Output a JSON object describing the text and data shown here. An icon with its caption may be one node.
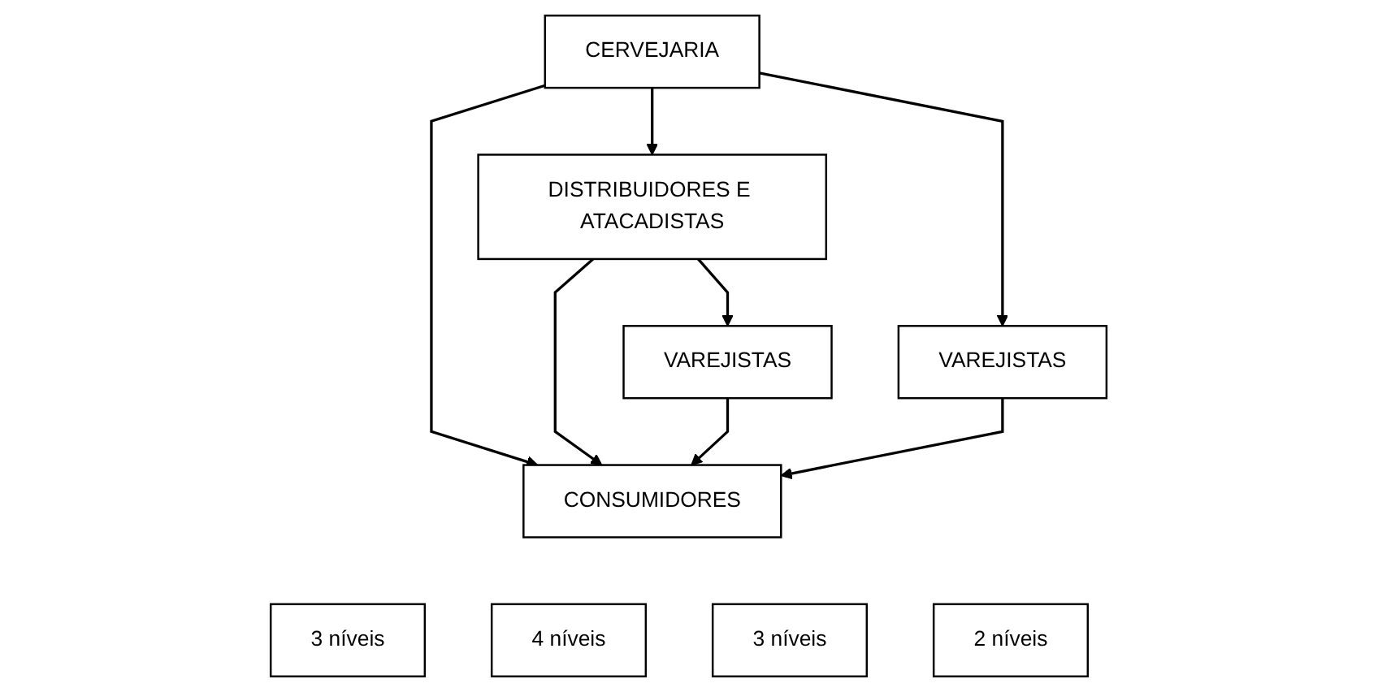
{
  "diagram": {
    "nodes": [
      {
        "text": [
          "CERVEJARIA"
        ]
      },
      {
        "text": [
          "DISTRIBUIDORES E ATACADISTAS"
        ]
      },
      {
        "text": [
          "VAREJISTAS"
        ]
      },
      {
        "text": [
          "VAREJISTAS"
        ]
      },
      {
        "text": [
          "CONSUMIDORES"
        ]
      },
      {
        "text": [
          "3 níveis"
        ]
      },
      {
        "text": [
          "4 níveis"
        ]
      },
      {
        "text": [
          "3 níveis"
        ]
      },
      {
        "text": [
          "2 níveis"
        ]
      }
    ],
    "edges": [
      {
        "from": 0,
        "to": 1,
        "arrow": "to"
      },
      {
        "from": 0,
        "to": 3,
        "arrow": "to"
      },
      {
        "from": 0,
        "to": 4,
        "arrow": "to"
      },
      {
        "from": 1,
        "to": 4,
        "arrow": "to"
      },
      {
        "from": 1,
        "to": 2,
        "arrow": "to"
      },
      {
        "from": 2,
        "to": 4,
        "arrow": "to"
      },
      {
        "from": 3,
        "to": 4,
        "arrow": "to"
      }
    ]
  }
}
